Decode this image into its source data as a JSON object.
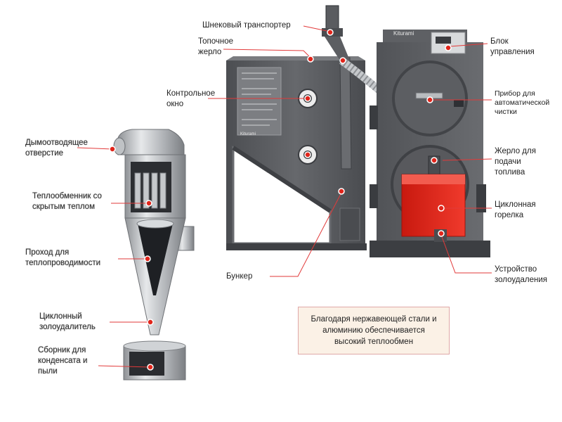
{
  "colors": {
    "boiler_body": "#5a5c60",
    "boiler_dark": "#3d3f43",
    "burner_red": "#e2231a",
    "marker_red": "#e1251b",
    "leader_red": "#e23a3a",
    "cyclone_silver": "#c9ccd0",
    "note_bg": "#fbf1e6"
  },
  "labels": {
    "screw": "Шнековый транспортер",
    "firebox": "Топочное\nжерло",
    "control_window": "Контрольное\nокно",
    "control_unit": "Блок\nуправления",
    "auto_clean": "Прибор для\nавтоматической\nчистки",
    "fuel_mouth": "Жерло для\nподачи\nтоплива",
    "cyclone_burner": "Циклонная\nгорелка",
    "bunker": "Бункер",
    "ash_device": "Устройство\nзолоудаления",
    "flue": "Дымоотводящее\nотверстие",
    "heat_exchanger": "Теплообменник со\nскрытым теплом",
    "passage": "Проход для\nтеплопроводимости",
    "ash_separator": "Циклонный\nзолоудалитель",
    "collector": "Сборник для\nконденсата и\nпыли"
  },
  "brand_text": "Kiturami",
  "note": "Благодаря нержавеющей стали и\nалюминию обеспечивается\nвысокий теплообмен"
}
